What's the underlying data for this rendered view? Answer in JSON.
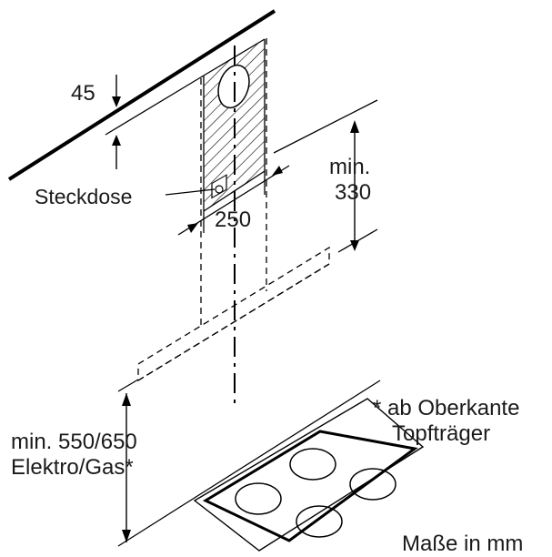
{
  "labels": {
    "offset_45": "45",
    "socket": "Steckdose",
    "width_250": "250",
    "min_line1": "min.",
    "min_line2": "330",
    "height_line1": "min. 550/650",
    "height_line2": "Elektro/Gas*",
    "footnote_line1": "* ab Oberkante",
    "footnote_line2": "Topfträger",
    "units": "Maße in mm"
  },
  "colors": {
    "line": "#000000",
    "text": "#1a1a1a",
    "background": "#ffffff"
  }
}
